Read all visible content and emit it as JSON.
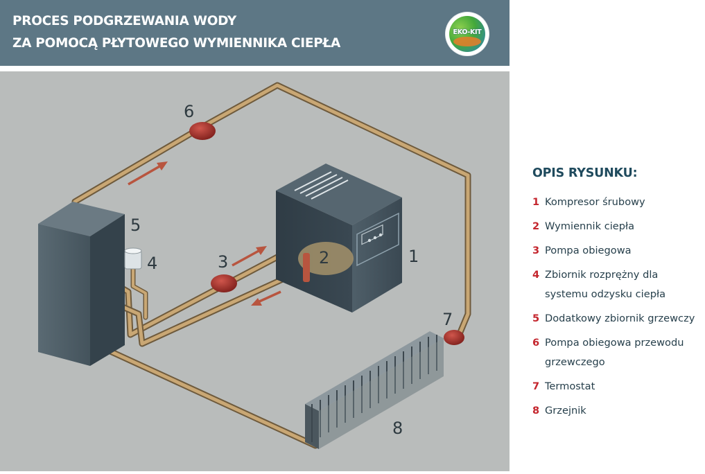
{
  "header": {
    "title_line1": "PROCES PODGRZEWANIA WODY",
    "title_line2": "ZA POMOCĄ PŁYTOWEGO WYMIENNIKA CIEPŁA",
    "logo_text": "EKO-KIT",
    "background": "#5d7785"
  },
  "diagram": {
    "labels": {
      "n1": "1",
      "n2": "2",
      "n3": "3",
      "n4": "4",
      "n5": "5",
      "n6": "6",
      "n7": "7",
      "n8": "8"
    },
    "colors": {
      "background": "#b9bcbb",
      "pipe": "#b99868",
      "pump": "#a6302c",
      "arrow": "#b8553f",
      "unit": "#3f4e58"
    }
  },
  "legend": {
    "title": "OPIS RYSUNKU:",
    "items": [
      {
        "num": "1",
        "text": "Kompresor śrubowy"
      },
      {
        "num": "2",
        "text": "Wymiennik ciepła"
      },
      {
        "num": "3",
        "text": "Pompa obiegowa"
      },
      {
        "num": "4",
        "text": "Zbiornik rozprężny dla systemu odzysku ciepła"
      },
      {
        "num": "5",
        "text": "Dodatkowy zbiornik grzewczy"
      },
      {
        "num": "6",
        "text": "Pompa obiegowa przewodu grzewczego"
      },
      {
        "num": "7",
        "text": "Termostat"
      },
      {
        "num": "8",
        "text": "Grzejnik"
      }
    ]
  }
}
